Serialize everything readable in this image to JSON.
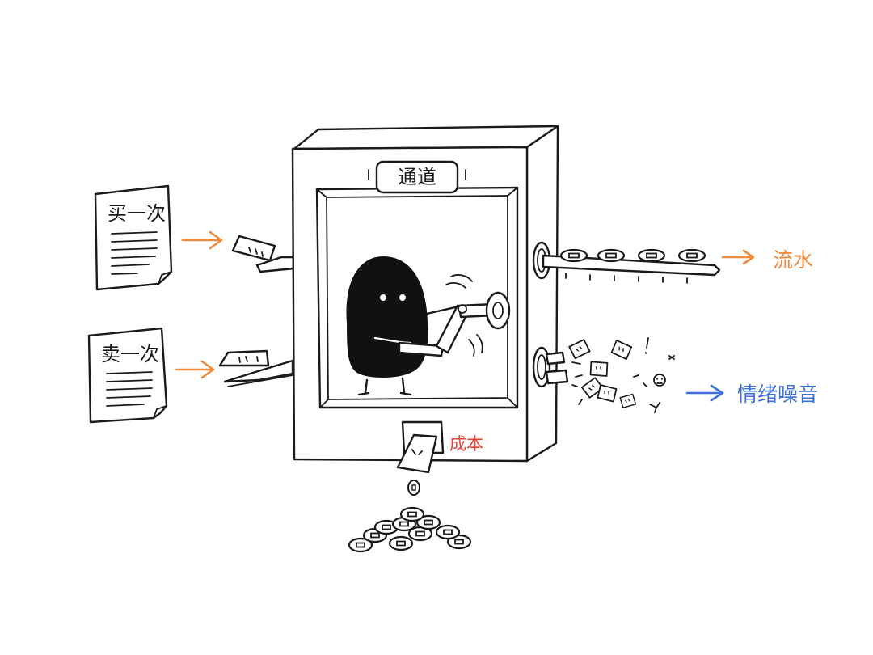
{
  "machine": {
    "title": "通道"
  },
  "inputs": [
    {
      "label": "买一次"
    },
    {
      "label": "卖一次"
    }
  ],
  "outputs": {
    "flow": {
      "label": "流水",
      "color": "#f08a3c"
    },
    "noise": {
      "label": "情绪噪音",
      "color": "#3d6fd8"
    },
    "cost": {
      "label": "成本",
      "color": "#e0433a"
    }
  },
  "colors": {
    "arrow_in": "#f08a3c"
  }
}
